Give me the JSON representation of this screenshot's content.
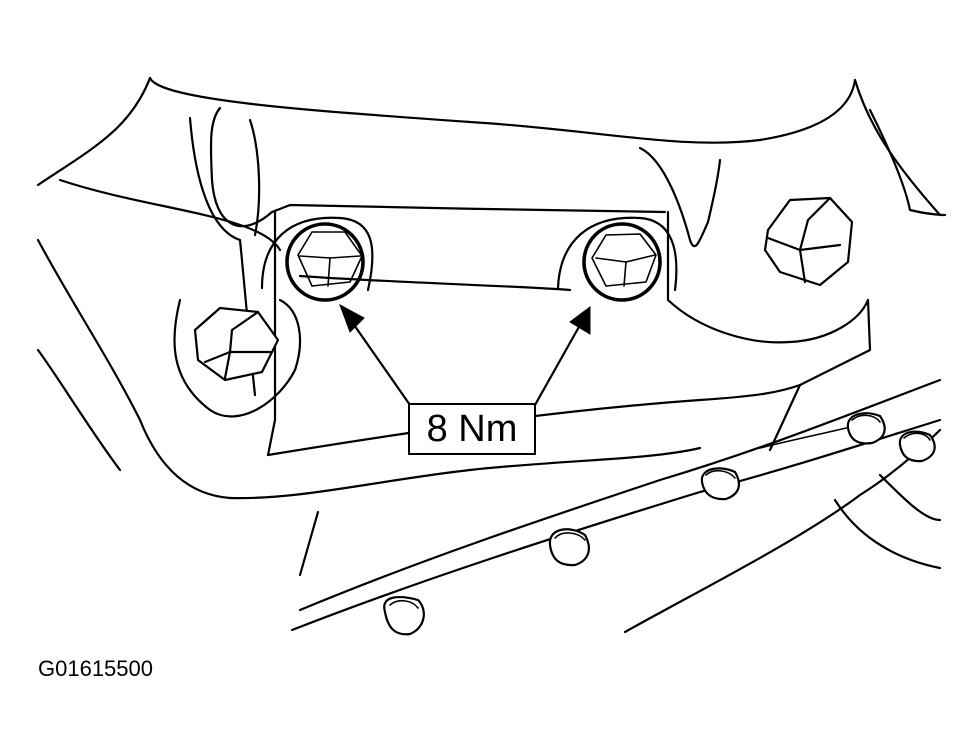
{
  "callout": {
    "torque": "8 Nm"
  },
  "figure": {
    "id": "G01615500"
  },
  "icons": {
    "fastener_shape": "hex-bolt",
    "highlighted_bolts": 2,
    "line_color": "#000000",
    "background_color": "#ffffff"
  }
}
